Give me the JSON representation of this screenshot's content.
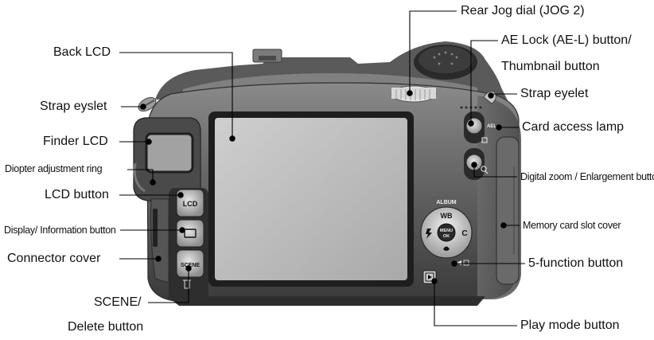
{
  "labels": {
    "back_lcd": "Back LCD",
    "strap_eyslet": "Strap eyslet",
    "finder_lcd": "Finder LCD",
    "diopter_ring": "Diopter adjustment ring",
    "lcd_button": "LCD button",
    "display_button": "Display/ Information button",
    "connector_cover": "Connector cover",
    "scene_line1": "SCENE/",
    "scene_line2": "Delete button",
    "rear_jog": "Rear Jog dial (JOG 2)",
    "ae_lock_line1": "AE Lock (AE-L) button/",
    "ae_lock_line2": "Thumbnail button",
    "strap_eyelet": "Strap eyelet",
    "card_lamp": "Card access lamp",
    "digital_zoom": "Digital zoom / Enlargement button",
    "memory_cover": "Memory card slot cover",
    "five_function": "5-function button",
    "play_mode": "Play mode button"
  },
  "camera_text": {
    "lcd": "LCD",
    "scene": "SCENE",
    "album": "ALBUM",
    "wb": "WB",
    "c": "C",
    "menu": "MENU",
    "ok": "OK",
    "ael": "AEL"
  },
  "colors": {
    "body_dark": "#3c3c3c",
    "body_mid": "#6a6a6a",
    "body_light": "#a8a8a8",
    "screen": "#b9b9b9",
    "leader": "#000000"
  }
}
